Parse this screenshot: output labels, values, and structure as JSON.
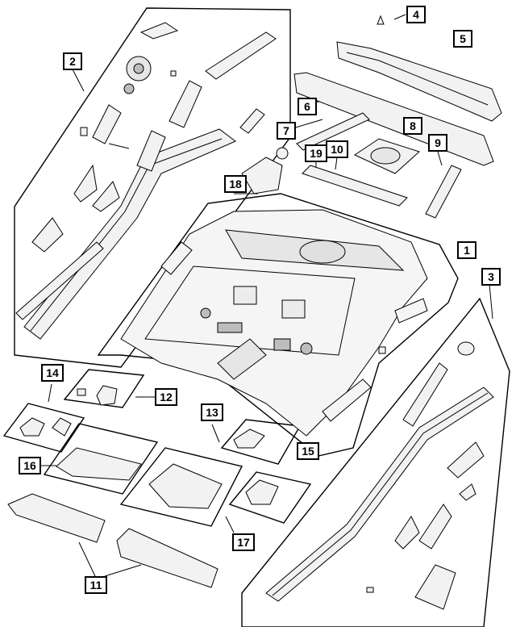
{
  "callouts": {
    "c1": "1",
    "c2": "2",
    "c3": "3",
    "c4": "4",
    "c5": "5",
    "c6": "6",
    "c7": "7",
    "c8": "8",
    "c9": "9",
    "c10": "10",
    "c11": "11",
    "c12": "12",
    "c13": "13",
    "c14": "14",
    "c15": "15",
    "c16": "16",
    "c17": "17",
    "c18": "18",
    "c19": "19"
  },
  "colors": {
    "line": "#000000",
    "fill": "#ffffff",
    "part_fill": "#f2f2f2",
    "hole": "#bdbdbd"
  }
}
